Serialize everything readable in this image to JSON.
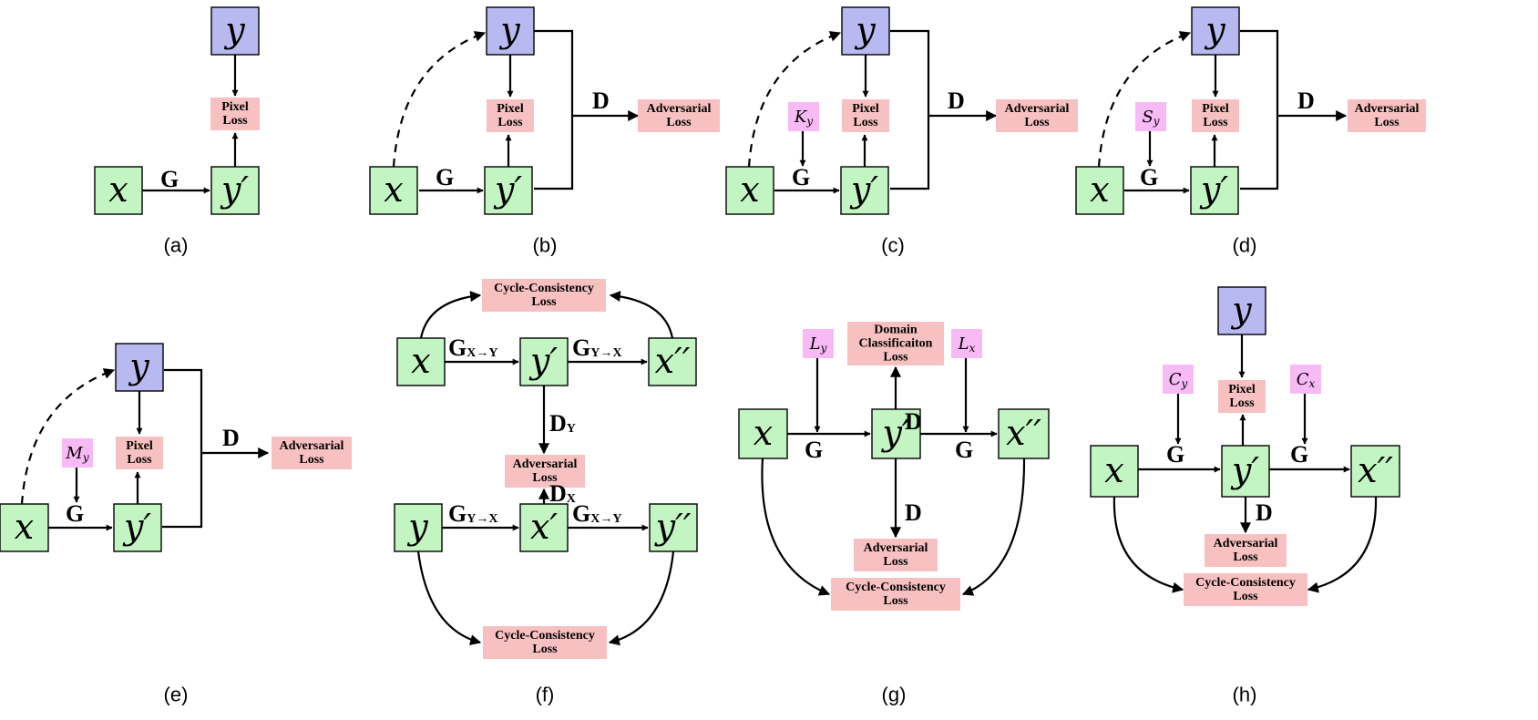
{
  "labels": {
    "x": "x",
    "y": "y",
    "y_prime": "y′",
    "x_prime": "x′",
    "x_dprime": "x′′",
    "y_dprime": "y′′",
    "G": "G",
    "D": "D"
  },
  "conditions": {
    "K_y": "K_y",
    "S_y": "S_y",
    "M_y": "M_y",
    "L_y": "L_y",
    "L_x": "L_x",
    "C_y": "C_y",
    "C_x": "C_x"
  },
  "losses": {
    "pixel": [
      "Pixel",
      "Loss"
    ],
    "adversarial": [
      "Adversarial",
      "Loss"
    ],
    "cycle": [
      "Cycle-Consistency",
      "Loss"
    ],
    "domain": [
      "Domain",
      "Classificaiton",
      "Loss"
    ]
  },
  "mappings": {
    "g_xy_sub": "X→Y",
    "g_yx_sub": "Y→X",
    "d_y_sub": "Y",
    "d_x_sub": "X"
  },
  "captions": [
    "(a)",
    "(b)",
    "(c)",
    "(d)",
    "(e)",
    "(f)",
    "(g)",
    "(h)"
  ],
  "colors": {
    "real_image": "#c2f5c2",
    "target_image": "#b9b9f2",
    "condition": "#f7baf4",
    "loss": "#f8c1c1"
  }
}
